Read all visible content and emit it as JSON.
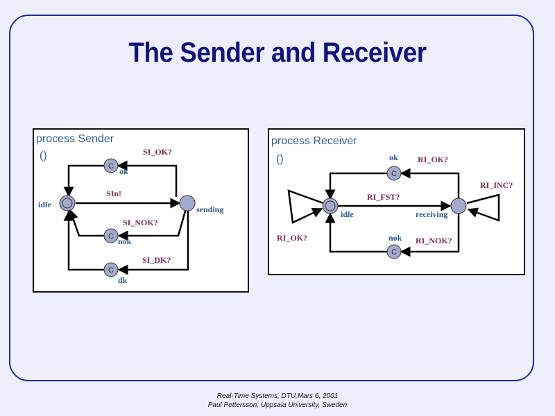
{
  "slide": {
    "title": "The Sender and Receiver",
    "footer_line1": "Real-Time Systems, DTU,Mars 6, 2001",
    "footer_line2": "Paul Pettersson, Uppsala University, Sweden",
    "colors": {
      "background": "#eeeefc",
      "frame": "#1a2f9e",
      "title": "#121478",
      "location": "#2e5a86",
      "sync": "#7a2a55",
      "node": "#a4aacc"
    }
  },
  "sender": {
    "title": "process Sender",
    "params": "()",
    "locations": {
      "idle": "idle",
      "sending": "sending",
      "ok": "ok",
      "nok": "nok",
      "dk": "dk"
    },
    "committed_marker": "C",
    "syncs": {
      "sin": "SIn!",
      "si_ok": "SI_OK?",
      "si_nok": "SI_NOK?",
      "si_dk": "SI_DK?"
    }
  },
  "receiver": {
    "title": "process Receiver",
    "params": "()",
    "locations": {
      "idle": "idle",
      "receiving": "receiving",
      "ok": "ok",
      "nok": "nok"
    },
    "committed_marker": "C",
    "syncs": {
      "ri_fst": "RI_FST?",
      "ri_ok_top": "RI_OK?",
      "ri_inc": "RI_INC?",
      "ri_nok": "RI_NOK?",
      "ri_ok_loop": "RI_OK?"
    }
  }
}
